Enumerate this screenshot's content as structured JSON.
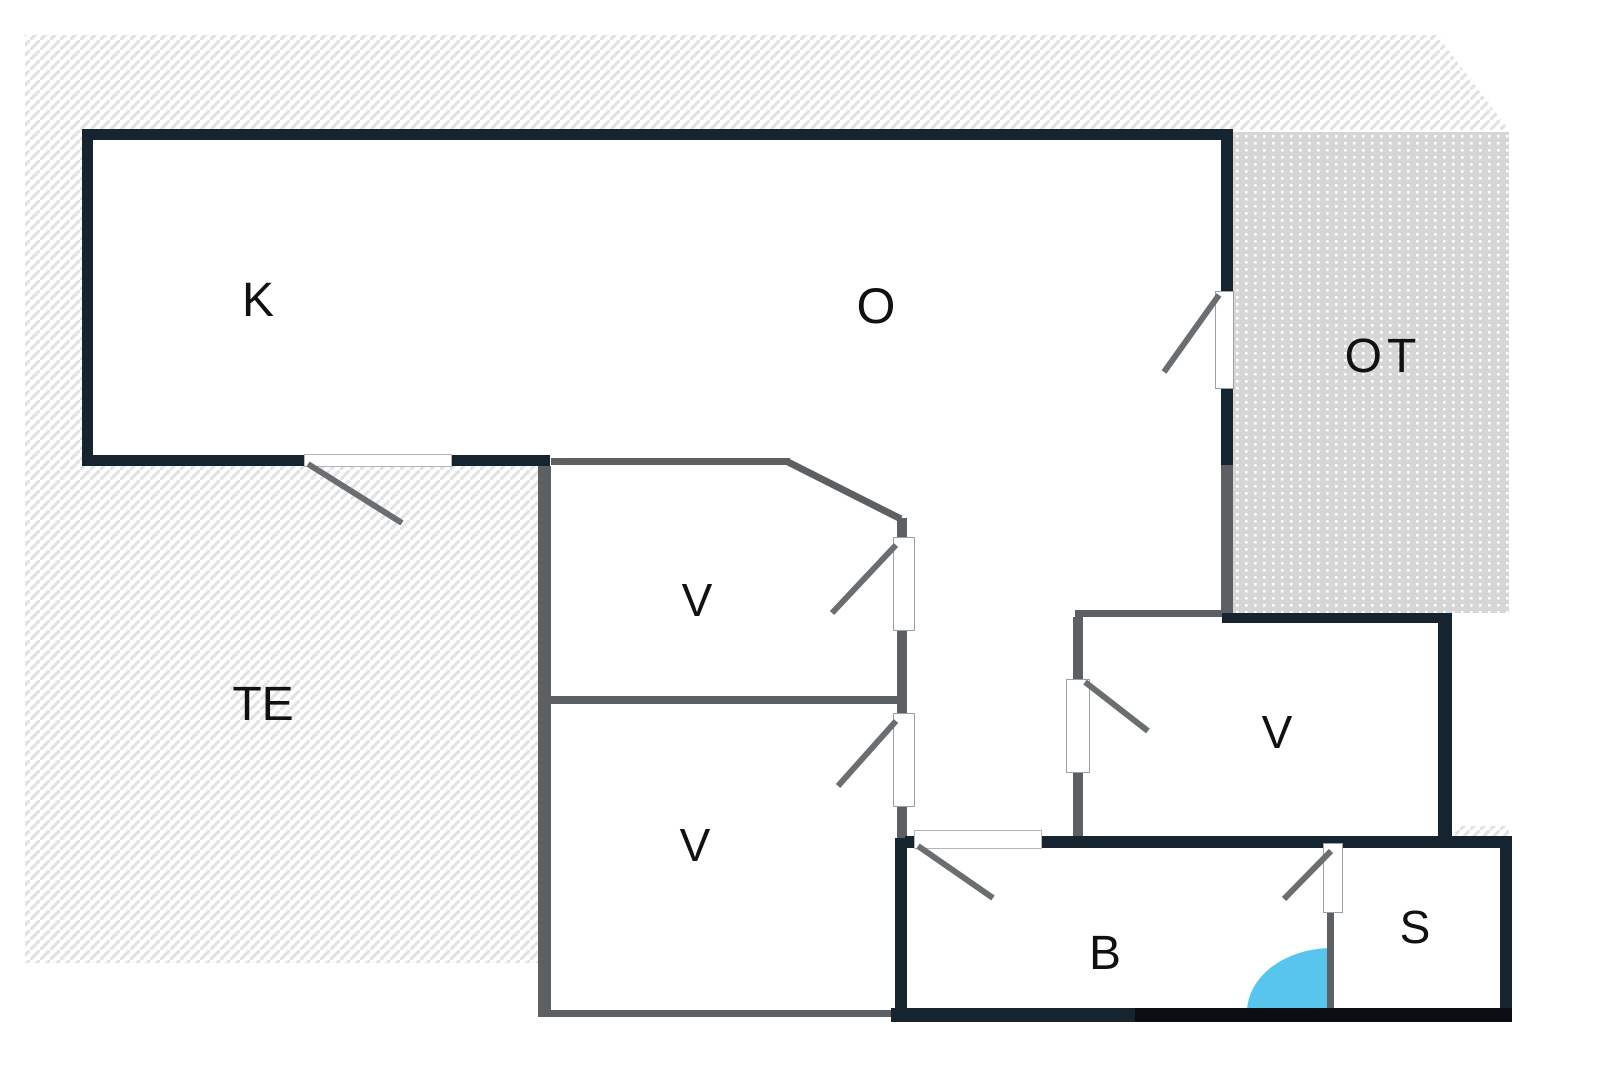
{
  "rooms": [
    {
      "id": "room-k",
      "label": "K"
    },
    {
      "id": "room-o",
      "label": "O"
    },
    {
      "id": "room-ot",
      "label": "OT"
    },
    {
      "id": "room-te",
      "label": "TE"
    },
    {
      "id": "room-v1",
      "label": "V"
    },
    {
      "id": "room-v2",
      "label": "V"
    },
    {
      "id": "room-v3",
      "label": "V"
    },
    {
      "id": "room-b",
      "label": "B"
    },
    {
      "id": "room-s",
      "label": "S"
    }
  ],
  "colors": {
    "wall-navy": "#16242f",
    "wall-gray": "#5d6063",
    "wall-black": "#0b0f13",
    "hatch-line": "#e2e2e2",
    "dot-bg": "#d6d6d6",
    "dot-fg": "#ffffff",
    "door-border": "#9aa0a4",
    "opening-border": "#b5b5b5",
    "swing": "#6b6e70",
    "shower-blue": "#58c5ee",
    "label": "#111111",
    "bg": "#ffffff"
  }
}
